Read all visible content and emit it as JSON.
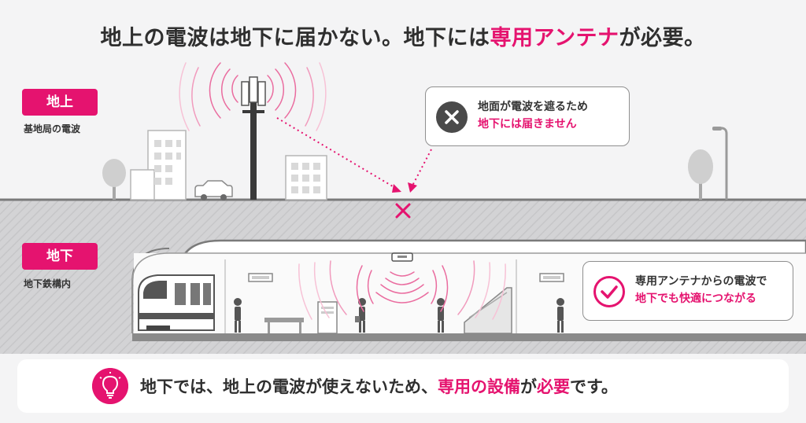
{
  "title": {
    "prefix": "地上の電波は地下に届かない。地下には",
    "highlight": "専用アンテナ",
    "suffix": "が必要。"
  },
  "surface": {
    "tag": "地上",
    "label": "基地局の電波",
    "callout_line1": "地面が電波を遮るため",
    "callout_line2": "地下には届きません",
    "callout_icon": "x-circle-icon"
  },
  "underground": {
    "tag": "地下",
    "label": "地下鉄構内",
    "callout_line1": "専用アンテナからの電波で",
    "callout_line2": "地下でも快適につながる",
    "callout_icon": "check-circle-icon"
  },
  "bottom": {
    "part1": "地下では、地上の電波が使えないため、",
    "highlight1": "専用の設備",
    "part2": "が",
    "highlight2": "必要",
    "part3": "です。",
    "icon": "lightbulb-icon"
  },
  "colors": {
    "accent": "#e5136f",
    "dark_icon": "#4a4a4a",
    "ground": "#d0d0d2"
  }
}
